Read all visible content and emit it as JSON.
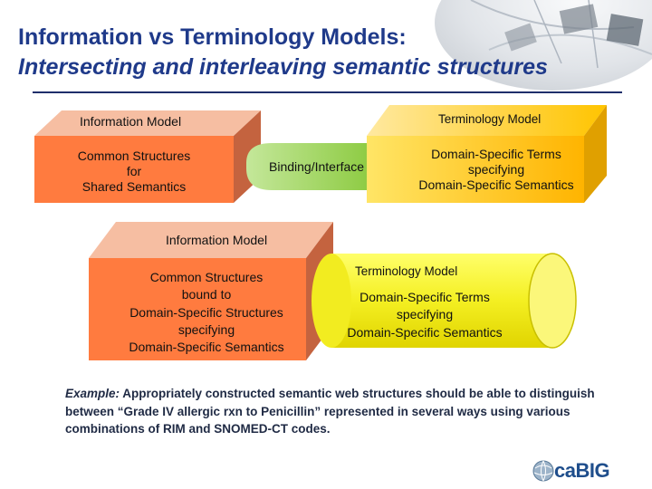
{
  "title": {
    "line1": "Information vs Terminology Models:",
    "line2": "Intersecting and interleaving semantic structures"
  },
  "top": {
    "info_model_label": "Information Model",
    "info_model_body": [
      "Common Structures",
      "for",
      "Shared Semantics"
    ],
    "binding_label": "Binding/Interface",
    "term_model_label": "Terminology Model",
    "term_model_body": [
      "Domain-Specific Terms",
      "specifying",
      "Domain-Specific Semantics"
    ]
  },
  "bottom": {
    "info_model_label": "Information Model",
    "info_model_body": [
      "Common Structures",
      "bound to",
      "Domain-Specific Structures",
      "specifying",
      "Domain-Specific Semantics"
    ],
    "term_model_label": "Terminology Model",
    "term_model_body": [
      "Domain-Specific Terms",
      "specifying",
      "Domain-Specific Semantics"
    ]
  },
  "example": {
    "lead": "Example:",
    "text": "Appropriately constructed semantic web structures should be able to distinguish between “Grade IV allergic rxn to Penicillin” represented in several ways using various combinations of RIM and SNOMED-CT codes."
  },
  "logo": {
    "text": "caBIG",
    "icon": "globe-icon"
  },
  "colors": {
    "title": "#1f3a8a",
    "info_front": "#ff7a3d",
    "info_top": "#f5b89a",
    "info_side": "#c96a48",
    "binding": "#a8d86a",
    "term_top": "#ffd54a",
    "term_front": "#ffd400",
    "cylinder": "#f7f32a"
  }
}
